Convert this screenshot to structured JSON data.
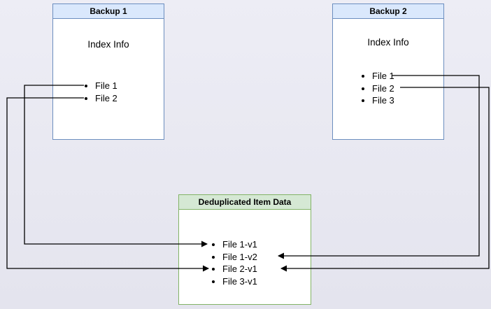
{
  "diagram": {
    "backup1": {
      "title": "Backup 1",
      "subtitle": "Index Info",
      "items": [
        "File 1",
        "File 2"
      ]
    },
    "backup2": {
      "title": "Backup 2",
      "subtitle": "Index Info",
      "items": [
        "File 1",
        "File 2",
        "File 3"
      ]
    },
    "dedup": {
      "title": "Deduplicated Item Data",
      "items": [
        "File 1-v1",
        "File 1-v2",
        "File 2-v1",
        "File 3-v1"
      ]
    },
    "connections": [
      {
        "from": "Backup 1 / File 1",
        "to": "File 1-v1"
      },
      {
        "from": "Backup 1 / File 2",
        "to": "File 2-v1"
      },
      {
        "from": "Backup 2 / File 1",
        "to": "File 1-v2"
      },
      {
        "from": "Backup 2 / File 2",
        "to": "File 2-v1"
      }
    ],
    "colors": {
      "backup_box_fill": "#dae8fc",
      "backup_box_border": "#6c8ebf",
      "dedup_box_fill": "#d5e8d4",
      "dedup_box_border": "#82b366",
      "body_fill": "#ffffff",
      "background": "#e9e9f2",
      "arrow": "#000000"
    }
  }
}
